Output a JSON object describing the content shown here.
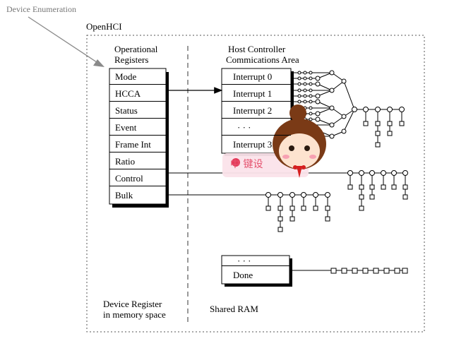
{
  "caption": "Device Enumeration",
  "openhci_label": "OpenHCI",
  "operational": {
    "heading_line1": "Operational",
    "heading_line2": "Registers",
    "registers": [
      "Mode",
      "HCCA",
      "Status",
      "Event",
      "Frame Int",
      "Ratio",
      "Control",
      "Bulk"
    ]
  },
  "hcca_area": {
    "heading_line1": "Host Controller",
    "heading_line2": "Commications Area",
    "entries": [
      "Interrupt 0",
      "Interrupt 1",
      "Interrupt 2",
      "· · ·",
      "Interrupt 3"
    ]
  },
  "done_block": {
    "dots": "· · ·",
    "done": "Done"
  },
  "device_register_line1": "Device Register",
  "device_register_line2": "in memory space",
  "shared_ram": "Shared RAM",
  "watermark_text": "中 键设"
}
